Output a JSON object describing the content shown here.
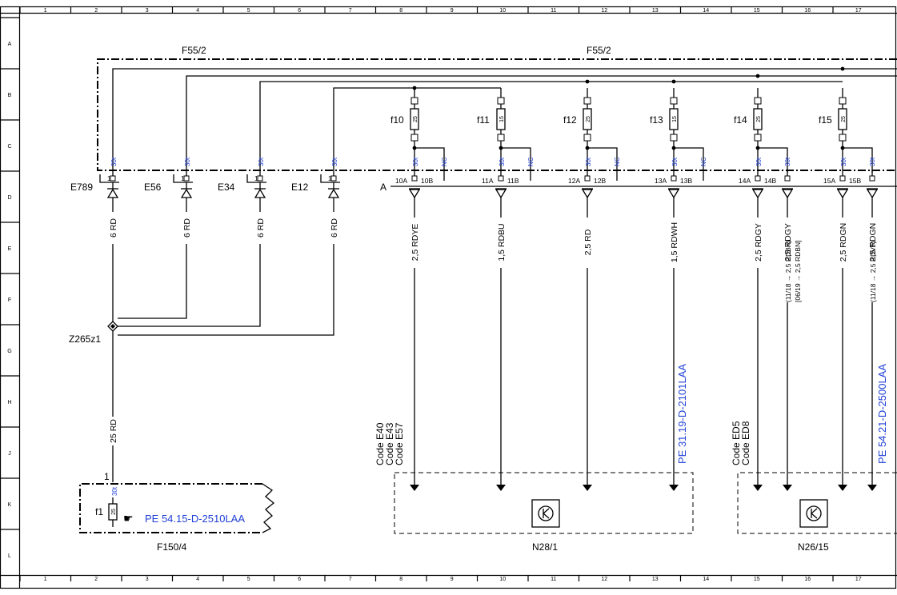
{
  "grid": {
    "cols": [
      "1",
      "2",
      "3",
      "4",
      "5",
      "6",
      "7",
      "8",
      "9",
      "10",
      "11",
      "12",
      "13",
      "14",
      "15",
      "16",
      "17"
    ],
    "rows": [
      "A",
      "B",
      "C",
      "D",
      "E",
      "F",
      "G",
      "H",
      "J",
      "K",
      "L"
    ]
  },
  "modules": {
    "f55_left": "F55/2",
    "f55_right": "F55/2",
    "f150": "F150/4",
    "n28": "N28/1",
    "n26": "N26/15",
    "terminal_a": "A"
  },
  "circuit30": "30t",
  "nc": "NC",
  "fuse_f1": {
    "label": "f1",
    "rating": "25",
    "pin": "1",
    "ref": "PE 54.15-D-2510LAA"
  },
  "splice": "Z265z1",
  "main_wire": "25 RD",
  "connectors_left": [
    {
      "name": "E789",
      "pin": "1",
      "wire": "6 RD"
    },
    {
      "name": "E56",
      "pin": "1",
      "wire": "6 RD"
    },
    {
      "name": "E34",
      "pin": "1",
      "wire": "6 RD"
    },
    {
      "name": "E12",
      "pin": "1",
      "wire": "6 RD"
    }
  ],
  "fuses": [
    {
      "label": "f10",
      "rating": "25",
      "pin_a": "10A",
      "pin_b": "10B",
      "wire": "2,5 RDYE"
    },
    {
      "label": "f11",
      "rating": "15",
      "pin_a": "11A",
      "pin_b": "11B",
      "wire": "1,5 RDBU"
    },
    {
      "label": "f12",
      "rating": "25",
      "pin_a": "12A",
      "pin_b": "12B",
      "wire": "2,5 RD"
    },
    {
      "label": "f13",
      "rating": "15",
      "pin_a": "13A",
      "pin_b": "13B",
      "wire": "1,5 RDWH"
    },
    {
      "label": "f14",
      "rating": "25",
      "pin_a": "14A",
      "pin_b": "14B",
      "wire": "2,5 RDGY",
      "wire_b": "2,5 RDGY",
      "alt_b": [
        "(11/18  →  2,5 RDBK)",
        "[06/19  →  2,5 RDBN]"
      ]
    },
    {
      "label": "f15",
      "rating": "25",
      "pin_a": "15A",
      "pin_b": "15B",
      "wire": "2,5 RDGN",
      "wire_b": "2,5 RDGN",
      "alt_b": [
        "(11/18  →  2,5 RDVT)"
      ]
    }
  ],
  "codes_n28": [
    "Code E40",
    "Code E43",
    "Code E57"
  ],
  "codes_n26": [
    "Code ED5",
    "Code ED8"
  ],
  "ref_n28": "PE 31.19-D-2101LAA",
  "ref_n26": "PE 54.21-D-2500LAA"
}
